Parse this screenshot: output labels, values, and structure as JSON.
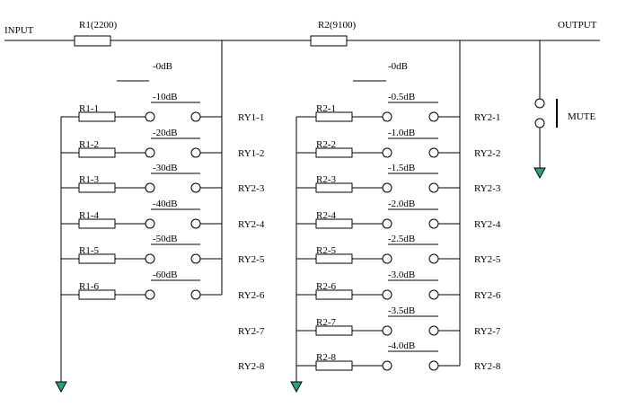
{
  "labels": {
    "input": "INPUT",
    "output": "OUTPUT",
    "r1": "R1(2200)",
    "r2": "R2(9100)",
    "mute": "MUTE",
    "zero1": "-0dB",
    "zero2": "-0dB"
  },
  "ladder1": [
    {
      "res": "R1-1",
      "att": "-10dB",
      "relay": "RY1-1"
    },
    {
      "res": "R1-2",
      "att": "-20dB",
      "relay": "RY1-2"
    },
    {
      "res": "R1-3",
      "att": "-30dB",
      "relay": "RY2-3"
    },
    {
      "res": "R1-4",
      "att": "-40dB",
      "relay": "RY2-4"
    },
    {
      "res": "R1-5",
      "att": "-50dB",
      "relay": "RY2-5"
    },
    {
      "res": "R1-6",
      "att": "-60dB",
      "relay": "RY2-6"
    }
  ],
  "ladder1_extra_relays": [
    "RY2-7",
    "RY2-8"
  ],
  "ladder2": [
    {
      "res": "R2-1",
      "att": "-0.5dB",
      "relay": "RY2-1"
    },
    {
      "res": "R2-2",
      "att": "-1.0dB",
      "relay": "RY2-2"
    },
    {
      "res": "R2-3",
      "att": "-1.5dB",
      "relay": "RY2-3"
    },
    {
      "res": "R2-4",
      "att": "-2.0dB",
      "relay": "RY2-4"
    },
    {
      "res": "R2-5",
      "att": "-2.5dB",
      "relay": "RY2-5"
    },
    {
      "res": "R2-6",
      "att": "-3.0dB",
      "relay": "RY2-6"
    },
    {
      "res": "R2-7",
      "att": "-3.5dB",
      "relay": "RY2-7"
    },
    {
      "res": "R2-8",
      "att": "-4.0dB",
      "relay": "RY2-8"
    }
  ],
  "colors": {
    "ground": "#2aa37a",
    "line": "#000000"
  }
}
